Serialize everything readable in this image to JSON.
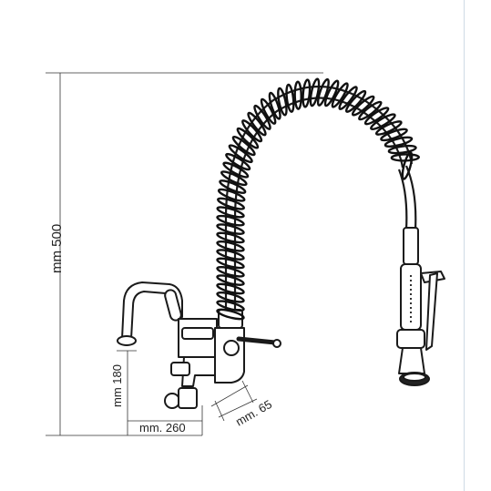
{
  "dimensions": {
    "height_total": "mm 500",
    "spout_height": "mm 180",
    "spout_reach": "mm. 260",
    "wall_offset": "mm. 65"
  },
  "icons": {
    "faucet": "pre-rinse-faucet-drawing",
    "spring": "coil-spring-hose",
    "spray_head": "pre-rinse-spray-head"
  }
}
